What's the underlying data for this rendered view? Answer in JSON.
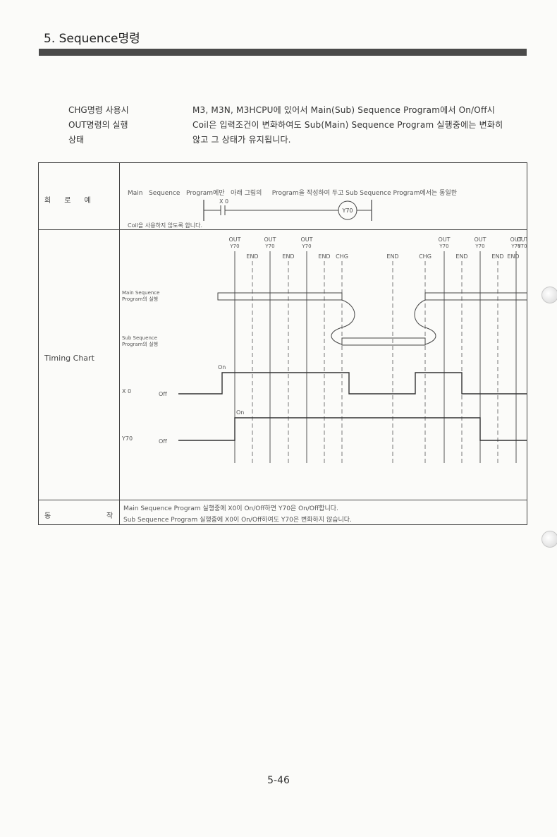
{
  "header": {
    "title": "5. Sequence명령"
  },
  "description": {
    "label_lines": [
      "CHG명령 사용시",
      "OUT명령의 실행",
      "상태"
    ],
    "text_lines": [
      "M3, M3N, M3HCPU에 있어서  Main(Sub)  Sequence  Program에서  On/Off시",
      "Coil은  입력조건이 변화하여도  Sub(Main) Sequence  Program 실행중에는  변화히",
      "않고 그 상태가 유지됩니다."
    ]
  },
  "table": {
    "row1": {
      "label": "회      로      예",
      "note_lines": [
        "Main   Sequence   Program에만   아래 그림의     Program을 작성하여 두고 Sub Sequence Program에서는 동일한",
        "Coil을 사용하지 않도록 합니다."
      ],
      "ladder": {
        "contact_label": "X 0",
        "coil_label": "Y70"
      }
    },
    "row2": {
      "label": "Timing   Chart",
      "out_labels": [
        "OUT",
        "OUT",
        "OUT",
        "OUT",
        "OUT",
        "OUT",
        "OUT"
      ],
      "y70_labels": [
        "Y70",
        "Y70",
        "Y70",
        "Y70",
        "Y70",
        "Y70",
        "Y70"
      ],
      "end_labels": [
        "END",
        "END",
        "END",
        "END",
        "END",
        "END",
        "END"
      ],
      "chg_labels": [
        "CHG",
        "CHG"
      ],
      "main_seq_lines": [
        "Main Sequence",
        "Program의 실행"
      ],
      "sub_seq_lines": [
        "Sub Sequence",
        "Program의 실행"
      ],
      "x0_label": "X 0",
      "y70_label": "Y70",
      "on_label": "On",
      "off_label": "Off"
    },
    "row3": {
      "label_left": "동",
      "label_right": "작",
      "lines": [
        "Main Sequence Program 실행중에 X0이 On/Off하면 Y70은 On/Off합니다.",
        "Sub Sequence Program 실행중에 X0이 On/Off하여도 Y70은 변화하지 않습니다."
      ]
    }
  },
  "footer": {
    "page": "5-46"
  }
}
